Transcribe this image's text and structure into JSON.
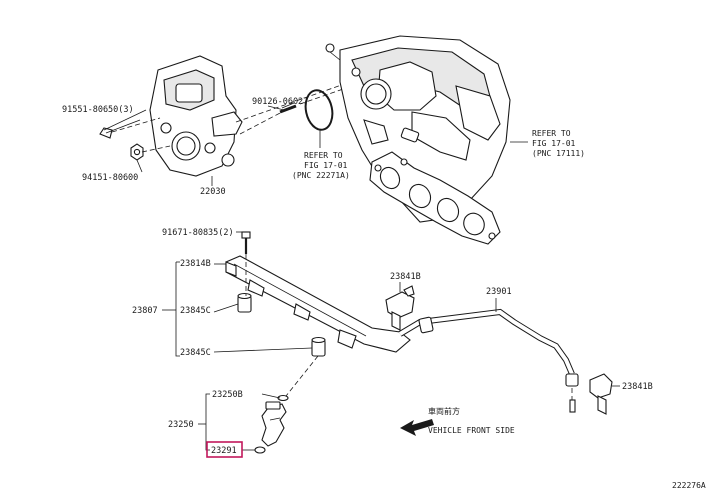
{
  "labels": {
    "p91551": "91551-80650(3)",
    "p90126": "90126-06027",
    "p94151": "94151-80600",
    "p22030": "22030",
    "refer1_l1": "REFER TO",
    "refer1_l2": "FIG 17-01",
    "refer1_l3": "(PNC 22271A)",
    "refer2_l1": "REFER TO",
    "refer2_l2": "FIG 17-01",
    "refer2_l3": "(PNC 17111)",
    "p91671": "91671-80835(2)",
    "p23814B": "23814B",
    "p23807": "23807",
    "p23845C_a": "23845C",
    "p23845C_b": "23845C",
    "p23841B_a": "23841B",
    "p23901": "23901",
    "p23841B_b": "23841B",
    "p23250B": "23250B",
    "p23250": "23250",
    "p23291": "23291",
    "front_jp": "車両前方",
    "front_en": "VEHICLE FRONT SIDE",
    "fig_no": "222276A"
  },
  "colors": {
    "line": "#1a1a1a",
    "highlight": "#c2185b"
  }
}
